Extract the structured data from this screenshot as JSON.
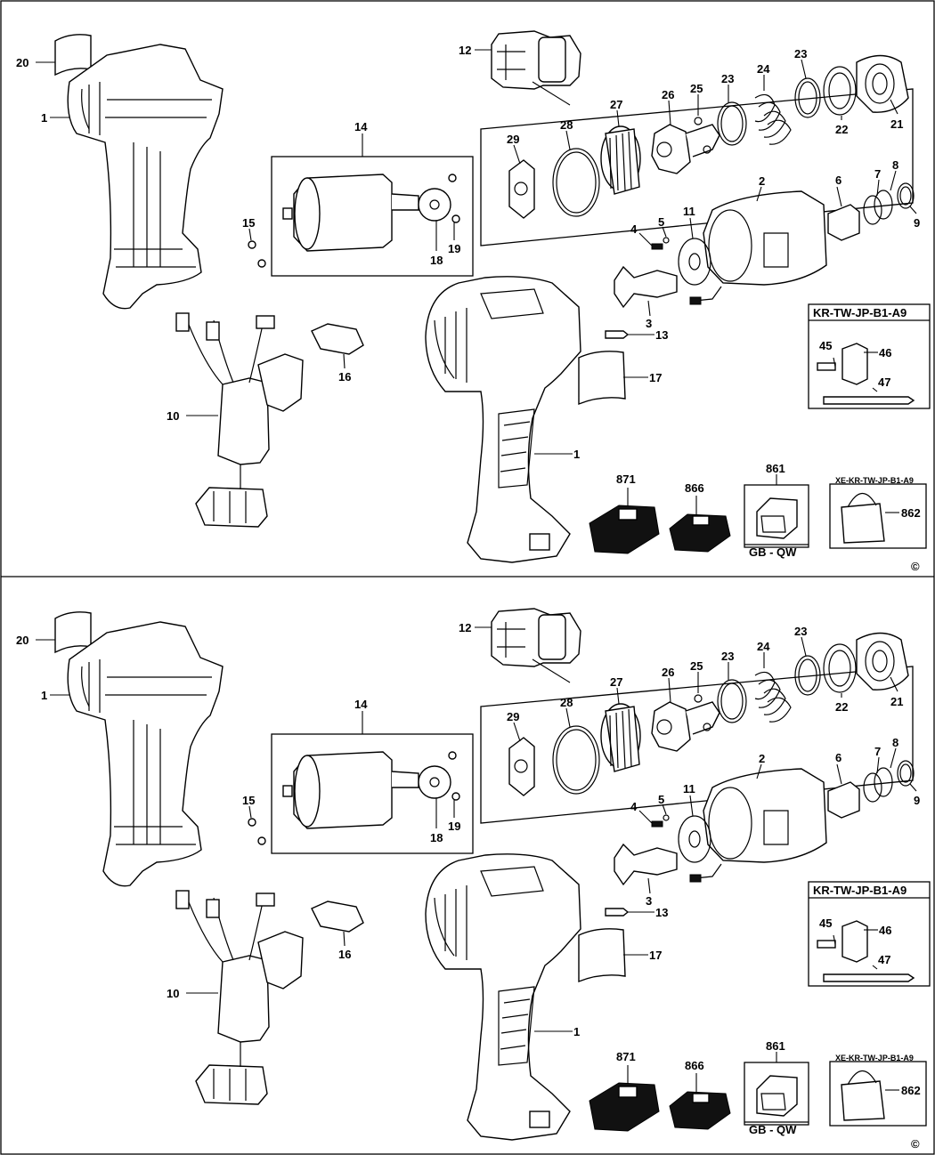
{
  "copyright_symbol": "©",
  "panels": [
    {
      "name": "top",
      "labels": [
        "20",
        "1",
        "12",
        "28",
        "27",
        "26",
        "25",
        "23",
        "24",
        "23",
        "22",
        "21",
        "29",
        "14",
        "15",
        "18",
        "19",
        "2",
        "6",
        "7",
        "8",
        "9",
        "4",
        "5",
        "11",
        "3",
        "13",
        "17",
        "1",
        "10",
        "16",
        "871",
        "866",
        "861",
        "862"
      ],
      "kit_label": "KR-TW-JP-B1-A9",
      "kit_parts": [
        "45",
        "46",
        "47"
      ],
      "bag_label": "XE-KR-TW-JP-B1-A9",
      "region": "GB - QW"
    },
    {
      "name": "bottom",
      "labels": [
        "20",
        "1",
        "12",
        "28",
        "27",
        "26",
        "25",
        "23",
        "24",
        "23",
        "22",
        "21",
        "29",
        "14",
        "15",
        "18",
        "19",
        "2",
        "6",
        "7",
        "8",
        "9",
        "4",
        "5",
        "11",
        "3",
        "13",
        "17",
        "1",
        "10",
        "16",
        "871",
        "866",
        "861",
        "862"
      ],
      "kit_label": "KR-TW-JP-B1-A9",
      "kit_parts": [
        "45",
        "46",
        "47"
      ],
      "bag_label": "XE-KR-TW-JP-B1-A9",
      "region": "GB - QW"
    }
  ]
}
